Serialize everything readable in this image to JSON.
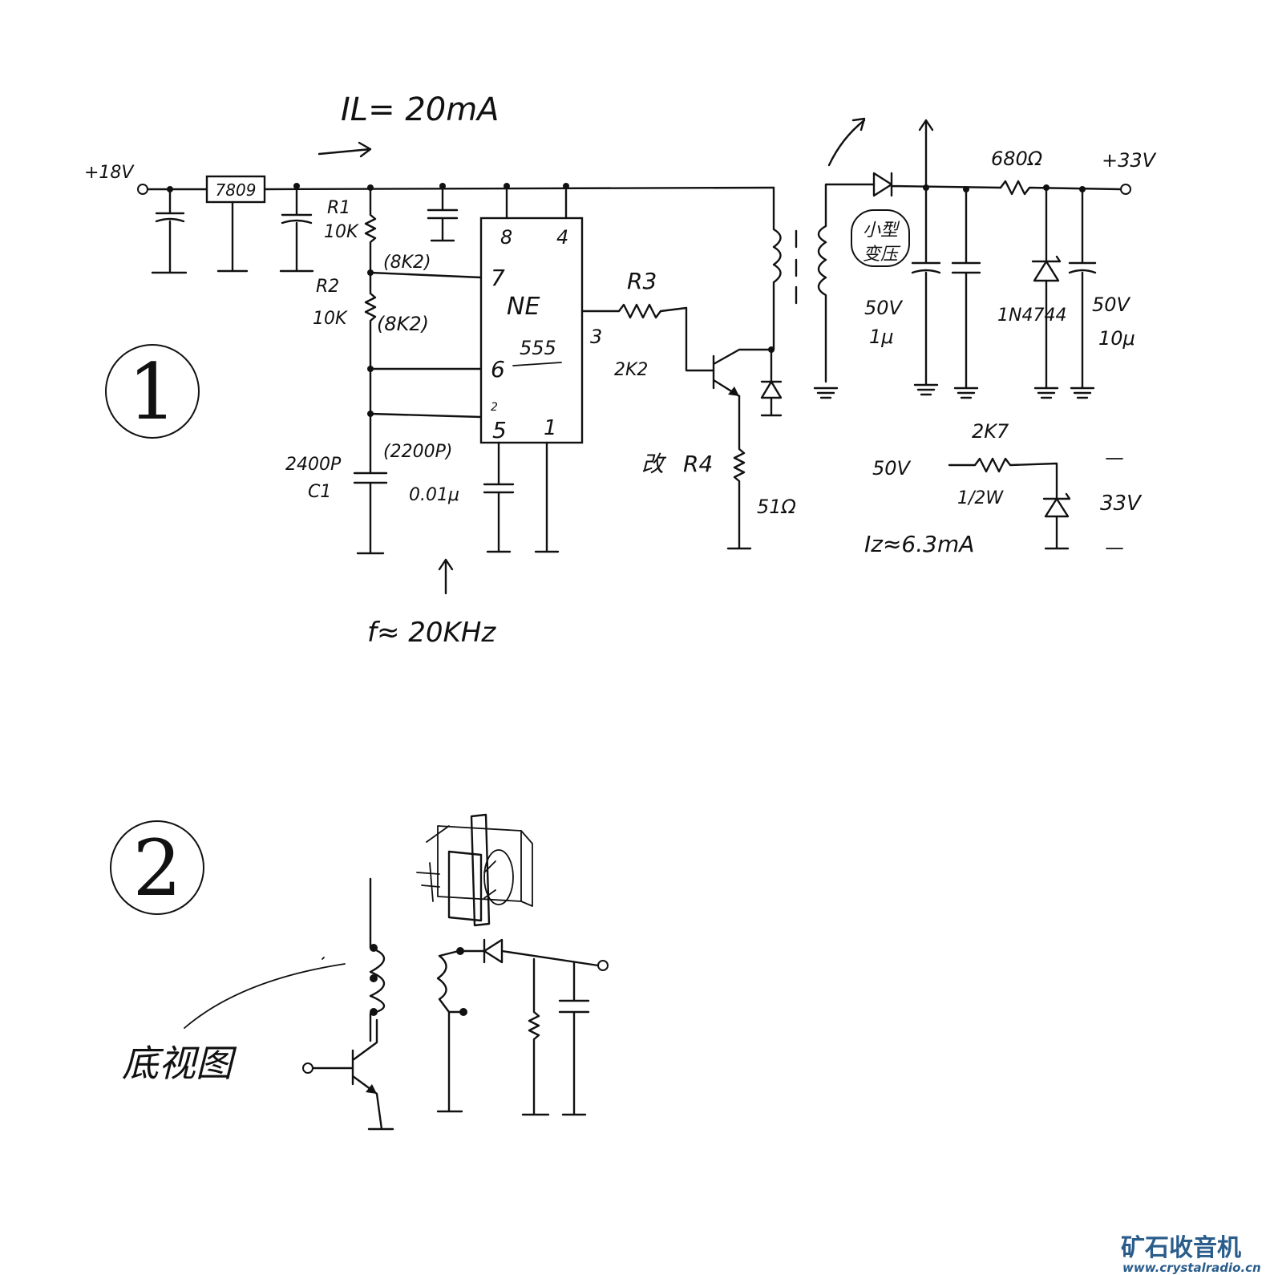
{
  "figure1": {
    "number": "①",
    "current_label": "IL= 20mA",
    "input_voltage": "+18V",
    "regulator": "7809",
    "r1_name": "R1",
    "r1_value": "10K",
    "r1_alt": "(8K2)",
    "r2_name": "R2",
    "r2_value": "10K",
    "r2_alt": "(8K2)",
    "c1_value": "2400P",
    "c1_name": "C1",
    "c1_alt": "(2200P)",
    "c_ctrl_value": "0.01μ",
    "freq_label": "f≈ 20KHz",
    "ic_name_top": "NE",
    "ic_name_bottom": "555",
    "pin8": "8",
    "pin4": "4",
    "pin7": "7",
    "pin6": "6",
    "pin5": "5",
    "pin1": "1",
    "pin3": "3",
    "pin2_mark": "2",
    "r3_name": "R3",
    "r3_value": "2K2",
    "r4_name": "R4",
    "r4_prefix": "改",
    "r4_value": "51Ω",
    "transformer_note_line1": "小型",
    "transformer_note_line2": "变压",
    "cap_out1_voltage": "50V",
    "cap_out1_value": "1μ",
    "r_out_value": "680Ω",
    "zener_label": "1N4744",
    "output_voltage": "+33V",
    "cap_out2_voltage": "50V",
    "cap_out2_value": "10μ",
    "alt_resistor_value": "2K7",
    "alt_input_voltage": "50V",
    "alt_resistor_power": "1/2W",
    "alt_output_voltage": "33V",
    "alt_current": "Iz≈6.3mA"
  },
  "figure2": {
    "number": "②",
    "coil_label": "底视图"
  },
  "watermark": {
    "site_name_cn": "矿石收音机",
    "site_url": "www.crystalradio.cn",
    "color": "#2a5d8c"
  }
}
